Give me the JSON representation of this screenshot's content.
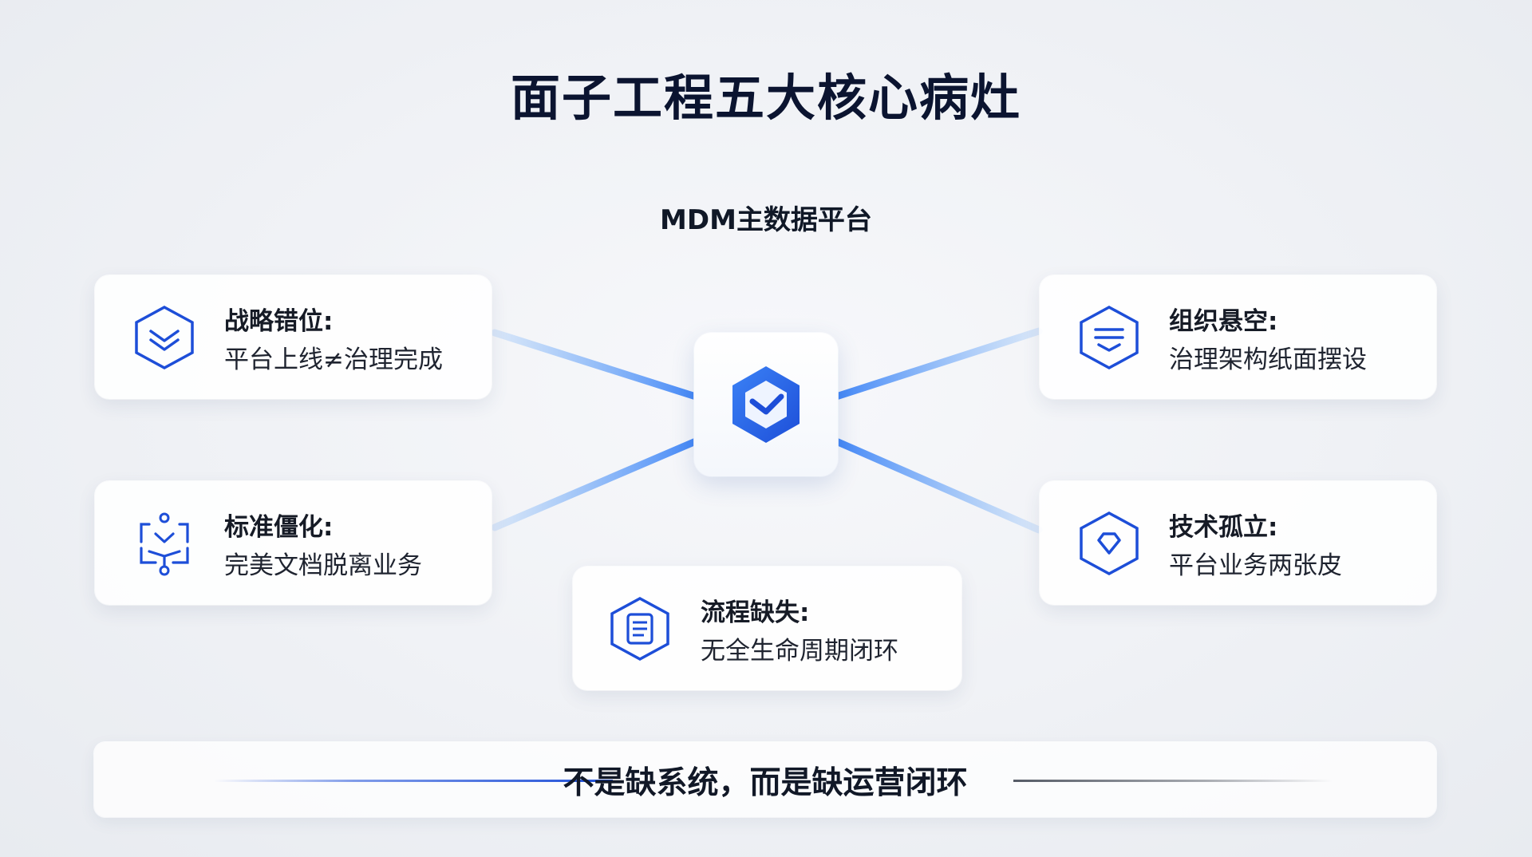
{
  "title": "面子工程五大核心病灶",
  "hub": {
    "label": "MDM主数据平台",
    "icon": "hexagon-check-icon"
  },
  "cards": [
    {
      "title": "战略错位:",
      "desc": "平台上线≠治理完成",
      "icon": "chevron-down-hexagon-icon"
    },
    {
      "title": "标准僵化:",
      "desc": "完美文档脱离业务",
      "icon": "nodes-bracket-icon"
    },
    {
      "title": "流程缺失:",
      "desc": "无全生命周期闭环",
      "icon": "document-hexagon-icon"
    },
    {
      "title": "组织悬空:",
      "desc": "治理架构纸面摆设",
      "icon": "list-hexagon-icon"
    },
    {
      "title": "技术孤立:",
      "desc": "平台业务两张皮",
      "icon": "diamond-hexagon-icon"
    }
  ],
  "banner": {
    "text": "不是缺系统，而是缺运营闭环"
  },
  "colors": {
    "accent_blue": "#1d4ed8",
    "light_blue": "#3b82f6",
    "title_navy": "#0b1430"
  }
}
